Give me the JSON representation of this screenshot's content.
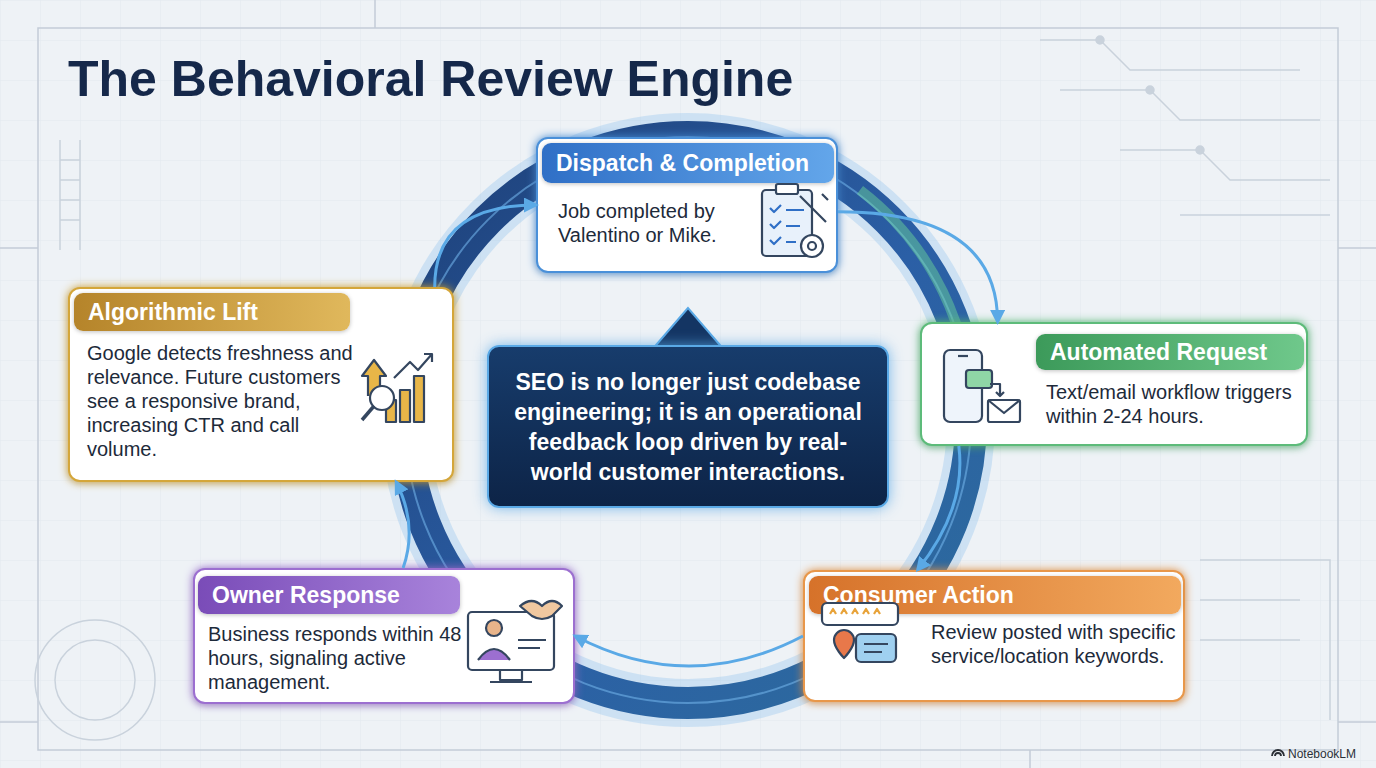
{
  "diagram": {
    "title": "The Behavioral Review Engine",
    "nodes": [
      {
        "text": [
          "Dispatch & Completion",
          "Job completed by Valentino or Mike."
        ]
      },
      {
        "text": [
          "Automated Request",
          "Text/email workflow triggers within 2-24 hours."
        ]
      },
      {
        "text": [
          "Consumer Action",
          "Review posted with specific service/location keywords."
        ]
      },
      {
        "text": [
          "Owner Response",
          "Business responds within 48 hours, signaling active management."
        ]
      },
      {
        "text": [
          "Algorithmic Lift",
          "Google detects freshness and relevance. Future customers see a responsive brand, increasing CTR and call volume."
        ]
      },
      {
        "text": [
          "SEO is no longer just codebase engineering; it is an operational feedback loop driven by real-world customer interactions."
        ]
      }
    ],
    "edges": [
      {
        "from": 0,
        "to": 1,
        "arrow": "to"
      },
      {
        "from": 1,
        "to": 2,
        "arrow": "to"
      },
      {
        "from": 2,
        "to": 3,
        "arrow": "to"
      },
      {
        "from": 3,
        "to": 4,
        "arrow": "to"
      },
      {
        "from": 4,
        "to": 0,
        "arrow": "to"
      }
    ],
    "labels": [
      "NotebookLM"
    ]
  }
}
